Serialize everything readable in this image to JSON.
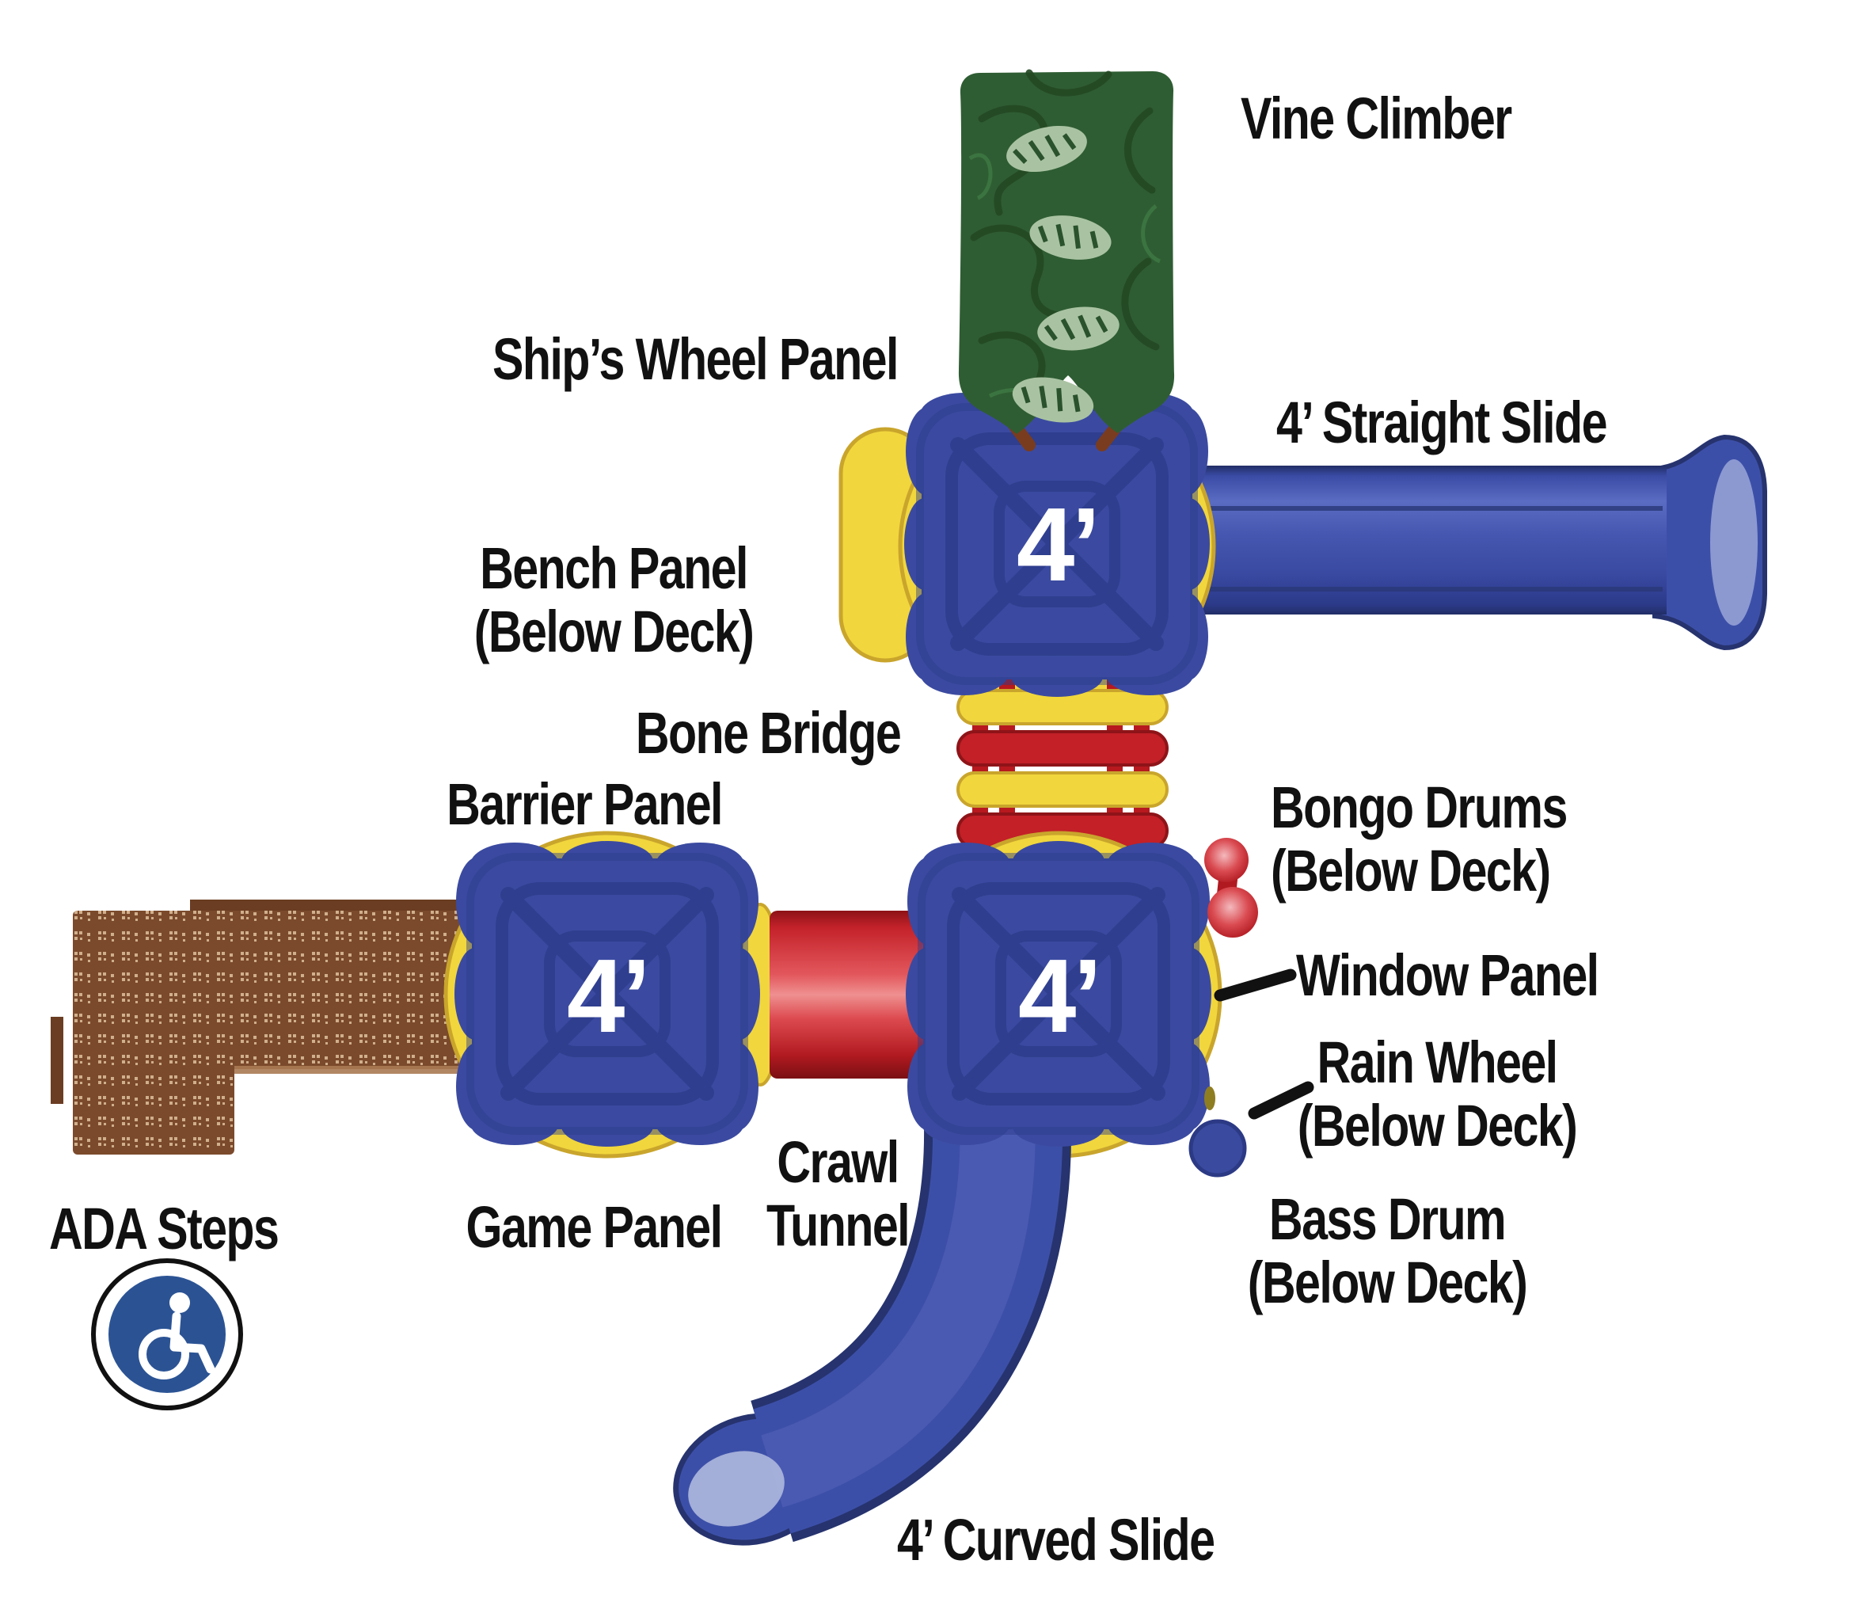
{
  "diagram": {
    "background": "#ffffff",
    "colors": {
      "deck_blue": "#3b4aa0",
      "deck_web": "#2c3a88",
      "slide_blue": "#3c4fa8",
      "slide_edge": "#26336e",
      "slide_highlight": "#aeb8de",
      "panel_yellow": "#f1d63d",
      "panel_yellow_edge": "#c9a52c",
      "red": "#c32027",
      "red_dark": "#8e1418",
      "vine_green": "#2f5d33",
      "leaf_green": "#a9c3a2",
      "steps_brown": "#7b4a2c",
      "post_brown": "#7a3c1e",
      "ada_badge_blue": "#2b5394",
      "label_black": "#111111"
    },
    "decks": [
      {
        "id": "top",
        "height_label": "4’"
      },
      {
        "id": "left",
        "height_label": "4’"
      },
      {
        "id": "right",
        "height_label": "4’"
      }
    ],
    "labels": {
      "vine_climber": "Vine Climber",
      "ships_wheel_panel": "Ship’s Wheel Panel",
      "straight_slide": "4’ Straight Slide",
      "bench_panel_line1": "Bench Panel",
      "bench_panel_line2": "(Below Deck)",
      "bone_bridge": "Bone Bridge",
      "barrier_panel": "Barrier Panel",
      "bongo_drums_line1": "Bongo Drums",
      "bongo_drums_line2": "(Below Deck)",
      "window_panel": "Window Panel",
      "rain_wheel_line1": "Rain Wheel",
      "rain_wheel_line2": "(Below Deck)",
      "bass_drum_line1": "Bass Drum",
      "bass_drum_line2": "(Below Deck)",
      "crawl_tunnel_line1": "Crawl",
      "crawl_tunnel_line2": "Tunnel",
      "game_panel": "Game Panel",
      "ada_steps": "ADA Steps",
      "curved_slide": "4’ Curved Slide"
    },
    "icons": {
      "wheelchair": "wheelchair-accessible-icon"
    }
  }
}
